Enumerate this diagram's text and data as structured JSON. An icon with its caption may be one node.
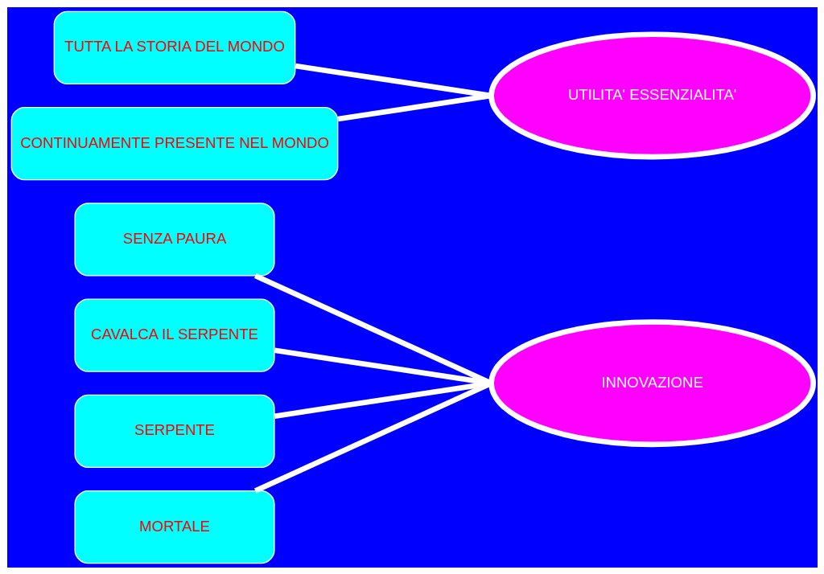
{
  "diagram": {
    "nodes": [
      {
        "text": [
          "TUTTA LA STORIA DEL MONDO"
        ]
      },
      {
        "text": [
          "CONTINUAMENTE PRESENTE NEL MONDO"
        ]
      },
      {
        "text": [
          "UTILITA' ESSENZIALITA'"
        ]
      },
      {
        "text": [
          "SENZA PAURA"
        ]
      },
      {
        "text": [
          "CAVALCA IL SERPENTE"
        ]
      },
      {
        "text": [
          "SERPENTE"
        ]
      },
      {
        "text": [
          "MORTALE"
        ]
      },
      {
        "text": [
          "INNOVAZIONE"
        ]
      }
    ],
    "edges": [
      {
        "from": 0,
        "to": 2,
        "arrow": "none"
      },
      {
        "from": 1,
        "to": 2,
        "arrow": "none"
      },
      {
        "from": 3,
        "to": 7,
        "arrow": "none"
      },
      {
        "from": 4,
        "to": 7,
        "arrow": "none"
      },
      {
        "from": 5,
        "to": 7,
        "arrow": "none"
      },
      {
        "from": 6,
        "to": 7,
        "arrow": "none"
      }
    ]
  }
}
